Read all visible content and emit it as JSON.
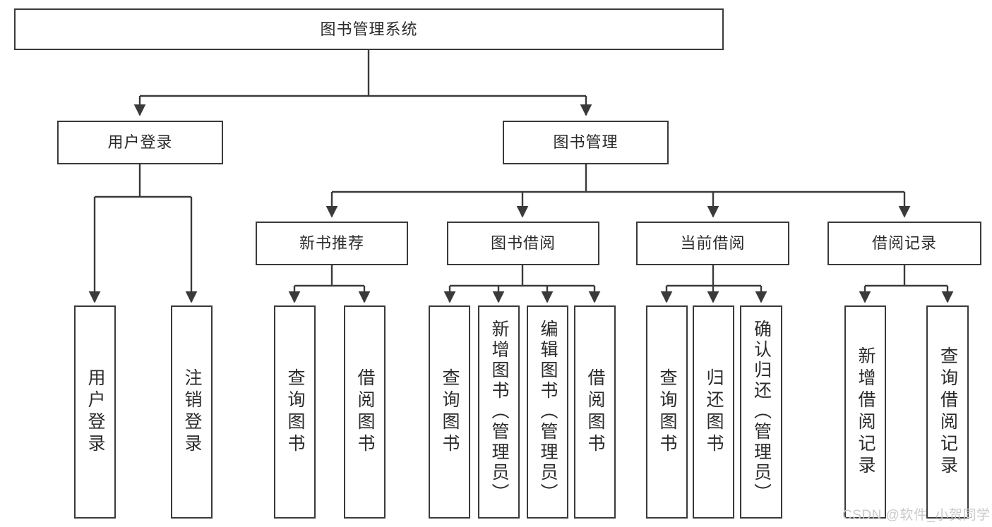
{
  "diagram": {
    "type": "tree-hierarchy-diagram",
    "title": "图书管理系统",
    "line_color": "#3a3a3a",
    "text_color": "#2b2b2b",
    "background": "#ffffff",
    "root": {
      "id": "root",
      "label": "图书管理系统",
      "orientation": "horizontal"
    },
    "level1": [
      {
        "id": "user-login",
        "label": "用户登录",
        "orientation": "horizontal"
      },
      {
        "id": "book-management",
        "label": "图书管理",
        "orientation": "horizontal"
      }
    ],
    "level2": [
      {
        "id": "new-book-recommend",
        "label": "新书推荐",
        "orientation": "horizontal",
        "parent": "book-management"
      },
      {
        "id": "book-borrow",
        "label": "图书借阅",
        "orientation": "horizontal",
        "parent": "book-management"
      },
      {
        "id": "current-borrow",
        "label": "当前借阅",
        "orientation": "horizontal",
        "parent": "book-management"
      },
      {
        "id": "borrow-record",
        "label": "借阅记录",
        "orientation": "horizontal",
        "parent": "book-management"
      }
    ],
    "leaves": [
      {
        "id": "leaf-user-login",
        "label": "用户登录",
        "orientation": "vertical",
        "parent": "user-login"
      },
      {
        "id": "leaf-user-logout",
        "label": "注销登录",
        "orientation": "vertical",
        "parent": "user-login"
      },
      {
        "id": "leaf-query-book-1",
        "label": "查询图书",
        "orientation": "vertical",
        "parent": "new-book-recommend"
      },
      {
        "id": "leaf-borrow-book-1",
        "label": "借阅图书",
        "orientation": "vertical",
        "parent": "new-book-recommend"
      },
      {
        "id": "leaf-query-book-2",
        "label": "查询图书",
        "orientation": "vertical",
        "parent": "book-borrow"
      },
      {
        "id": "leaf-add-book",
        "label": "新增图书（管理员）",
        "orientation": "vertical",
        "parent": "book-borrow"
      },
      {
        "id": "leaf-edit-book",
        "label": "编辑图书（管理员）",
        "orientation": "vertical",
        "parent": "book-borrow"
      },
      {
        "id": "leaf-borrow-book-2",
        "label": "借阅图书",
        "orientation": "vertical",
        "parent": "book-borrow"
      },
      {
        "id": "leaf-query-book-3",
        "label": "查询图书",
        "orientation": "vertical",
        "parent": "current-borrow"
      },
      {
        "id": "leaf-return-book",
        "label": "归还图书",
        "orientation": "vertical",
        "parent": "current-borrow"
      },
      {
        "id": "leaf-confirm-return",
        "label": "确认归还（管理员）",
        "orientation": "vertical",
        "parent": "current-borrow"
      },
      {
        "id": "leaf-add-record",
        "label": "新增借阅记录",
        "orientation": "vertical",
        "parent": "borrow-record"
      },
      {
        "id": "leaf-query-record",
        "label": "查询借阅记录",
        "orientation": "vertical",
        "parent": "borrow-record"
      }
    ]
  },
  "watermark": {
    "text": "CSDN @软件_小贺同学"
  }
}
